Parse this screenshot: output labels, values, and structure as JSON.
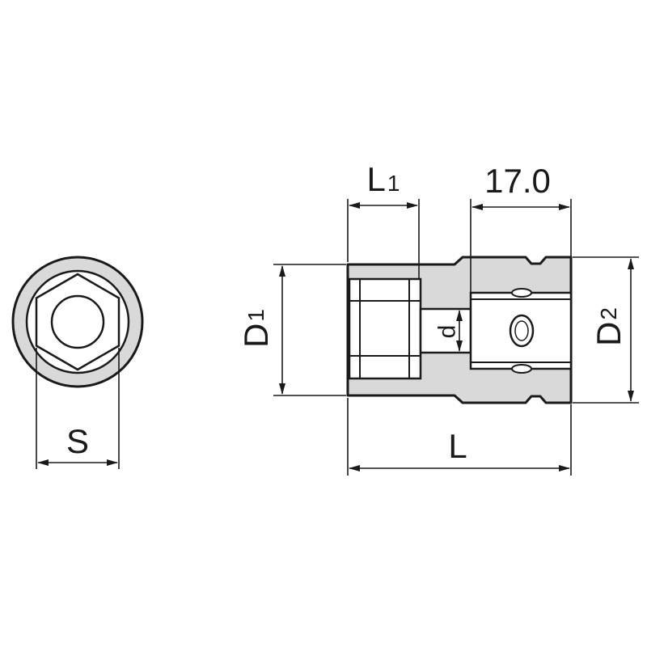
{
  "drawing": {
    "dimension_labels": {
      "across_flats": "S",
      "length": "L",
      "socket_depth_base": "L",
      "socket_depth_sub": "1",
      "drive_length": "17.0",
      "outer_dia_front_base": "D",
      "outer_dia_front_sub": "1",
      "outer_dia_rear_base": "D",
      "outer_dia_rear_sub": "2",
      "bore": "d"
    },
    "colors": {
      "line": "#1a1a1a",
      "body_fill": "#d9d9d9",
      "background": "#ffffff"
    }
  }
}
